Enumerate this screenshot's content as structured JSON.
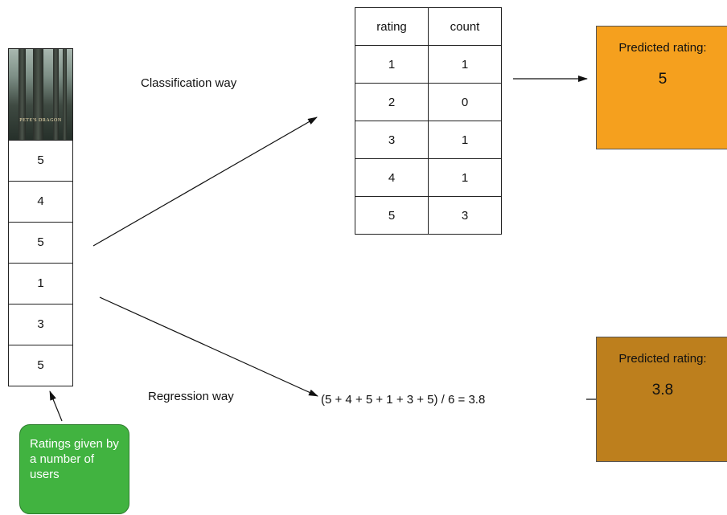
{
  "ratings_column": {
    "poster_title": "PETE'S DRAGON",
    "ratings": [
      "5",
      "4",
      "5",
      "1",
      "3",
      "5"
    ]
  },
  "labels": {
    "classification": "Classification way",
    "regression": "Regression way",
    "formula": "(5 + 4 + 5 + 1 + 3 + 5) / 6 = 3.8"
  },
  "count_table": {
    "headers": [
      "rating",
      "count"
    ],
    "rows": [
      [
        "1",
        "1"
      ],
      [
        "2",
        "0"
      ],
      [
        "3",
        "1"
      ],
      [
        "4",
        "1"
      ],
      [
        "5",
        "3"
      ]
    ]
  },
  "predictions": {
    "classification": {
      "label": "Predicted rating:",
      "value": "5"
    },
    "regression": {
      "label": "Predicted rating:",
      "value": "3.8"
    }
  },
  "note": {
    "text": "Ratings given by a number of users"
  },
  "colors": {
    "classification_box": "#f5a01e",
    "regression_box": "#bd7f1d",
    "note_box": "#41b340"
  }
}
